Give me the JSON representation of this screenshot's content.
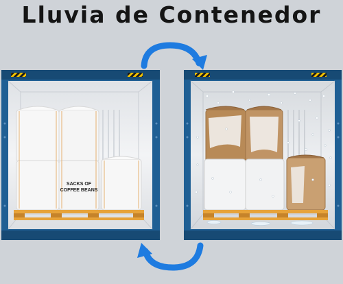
{
  "title": "Lluvia de Contenedor",
  "left_container": {
    "cargo_label_line1": "SACKS OF",
    "cargo_label_line2": "COFFEE BEANS"
  },
  "colors": {
    "background": "#cfd3d8",
    "container_frame": "#1f5f94",
    "container_frame_dark": "#174a74",
    "interior_wall": "#e9ebee",
    "pallet": "#e7a33a",
    "arrow": "#1e7be0",
    "bag_clean": "#f7f7f7",
    "bag_wet": "#b88a57",
    "warning_stripe": "#f2c200"
  },
  "icons": [
    "cycle-arrow-top-icon",
    "cycle-arrow-bottom-icon",
    "water-drop-icon"
  ]
}
